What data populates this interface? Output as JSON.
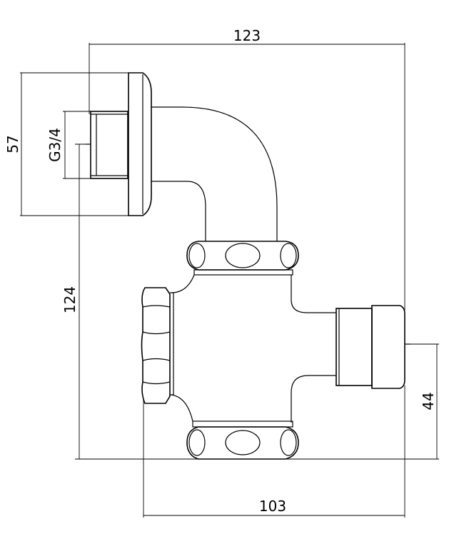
{
  "dimensions": {
    "top_width": "123",
    "flange_height": "57",
    "thread_spec": "G3/4",
    "overall_height": "124",
    "outlet_offset": "44",
    "bottom_width": "103"
  },
  "colors": {
    "line": "#000000",
    "background": "#ffffff"
  }
}
